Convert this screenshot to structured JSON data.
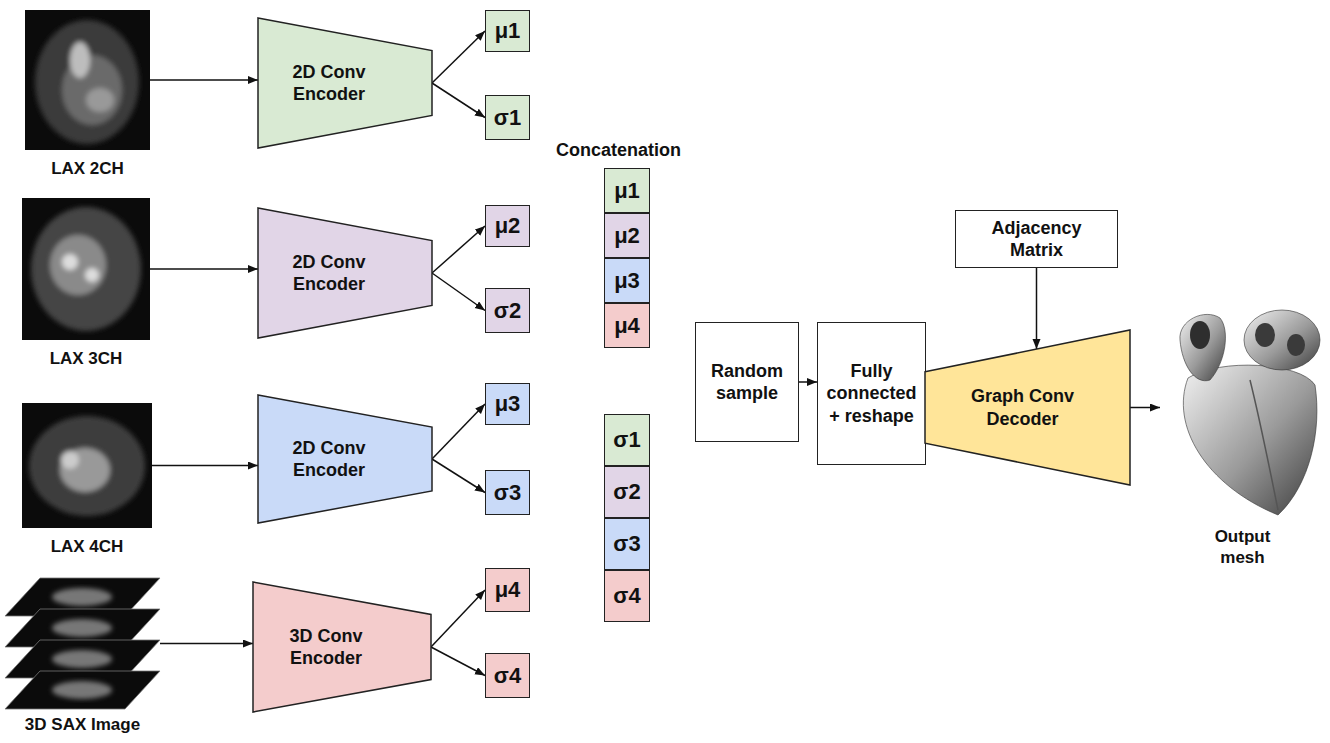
{
  "diagram": {
    "nodes": [
      {
        "text": [
          "LAX 2CH"
        ]
      },
      {
        "text": [
          "2D Conv Encoder"
        ]
      },
      {
        "text": [
          "μ1"
        ]
      },
      {
        "text": [
          "σ1"
        ]
      },
      {
        "text": [
          "LAX 3CH"
        ]
      },
      {
        "text": [
          "2D Conv Encoder"
        ]
      },
      {
        "text": [
          "μ2"
        ]
      },
      {
        "text": [
          "σ2"
        ]
      },
      {
        "text": [
          "LAX 4CH"
        ]
      },
      {
        "text": [
          "2D Conv Encoder"
        ]
      },
      {
        "text": [
          "μ3"
        ]
      },
      {
        "text": [
          "σ3"
        ]
      },
      {
        "text": [
          "3D SAX Image"
        ]
      },
      {
        "text": [
          "3D Conv Encoder"
        ]
      },
      {
        "text": [
          "μ4"
        ]
      },
      {
        "text": [
          "σ4"
        ]
      },
      {
        "text": [
          "μ1"
        ]
      },
      {
        "text": [
          "μ2"
        ]
      },
      {
        "text": [
          "μ3"
        ]
      },
      {
        "text": [
          "μ4"
        ]
      },
      {
        "text": [
          "σ1"
        ]
      },
      {
        "text": [
          "σ2"
        ]
      },
      {
        "text": [
          "σ3"
        ]
      },
      {
        "text": [
          "σ4"
        ]
      },
      {
        "text": [
          "Random sample"
        ]
      },
      {
        "text": [
          "Fully connected + reshape"
        ]
      },
      {
        "text": [
          "Adjacency Matrix"
        ]
      },
      {
        "text": [
          "Graph Conv Decoder"
        ]
      },
      {
        "text": [
          "Output mesh"
        ]
      }
    ],
    "edges": [
      {
        "from": 0,
        "to": 1,
        "arrow": "to"
      },
      {
        "from": 1,
        "to": 2,
        "arrow": "to"
      },
      {
        "from": 1,
        "to": 3,
        "arrow": "to"
      },
      {
        "from": 4,
        "to": 5,
        "arrow": "to"
      },
      {
        "from": 5,
        "to": 6,
        "arrow": "to"
      },
      {
        "from": 5,
        "to": 7,
        "arrow": "to"
      },
      {
        "from": 8,
        "to": 9,
        "arrow": "to"
      },
      {
        "from": 9,
        "to": 10,
        "arrow": "to"
      },
      {
        "from": 9,
        "to": 11,
        "arrow": "to"
      },
      {
        "from": 12,
        "to": 13,
        "arrow": "to"
      },
      {
        "from": 13,
        "to": 14,
        "arrow": "to"
      },
      {
        "from": 13,
        "to": 15,
        "arrow": "to"
      },
      {
        "from": 24,
        "to": 25,
        "arrow": "to"
      },
      {
        "from": 25,
        "to": 27,
        "arrow": "to"
      },
      {
        "from": 26,
        "to": 27,
        "arrow": "to"
      },
      {
        "from": 27,
        "to": 28,
        "arrow": "to"
      }
    ],
    "labels": [
      "Concatenation"
    ]
  }
}
